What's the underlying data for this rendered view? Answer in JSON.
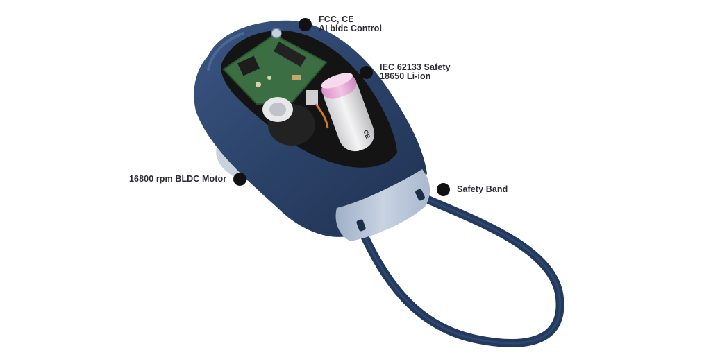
{
  "callouts": {
    "certifications": {
      "line1": "FCC, CE",
      "line2": "AI bldc Control"
    },
    "battery": {
      "line1": "IEC 62133 Safety",
      "line2": "18650 Li-ion"
    },
    "motor": {
      "line1": "16800 rpm BLDC Motor"
    },
    "band": {
      "line1": "Safety Band"
    }
  },
  "battery_marking": "CE",
  "colors": {
    "body": "#2c4468",
    "cap": "#b9c6d9",
    "battery": "#e7b6d8",
    "pcb": "#3b6e42",
    "dot": "#111111"
  }
}
